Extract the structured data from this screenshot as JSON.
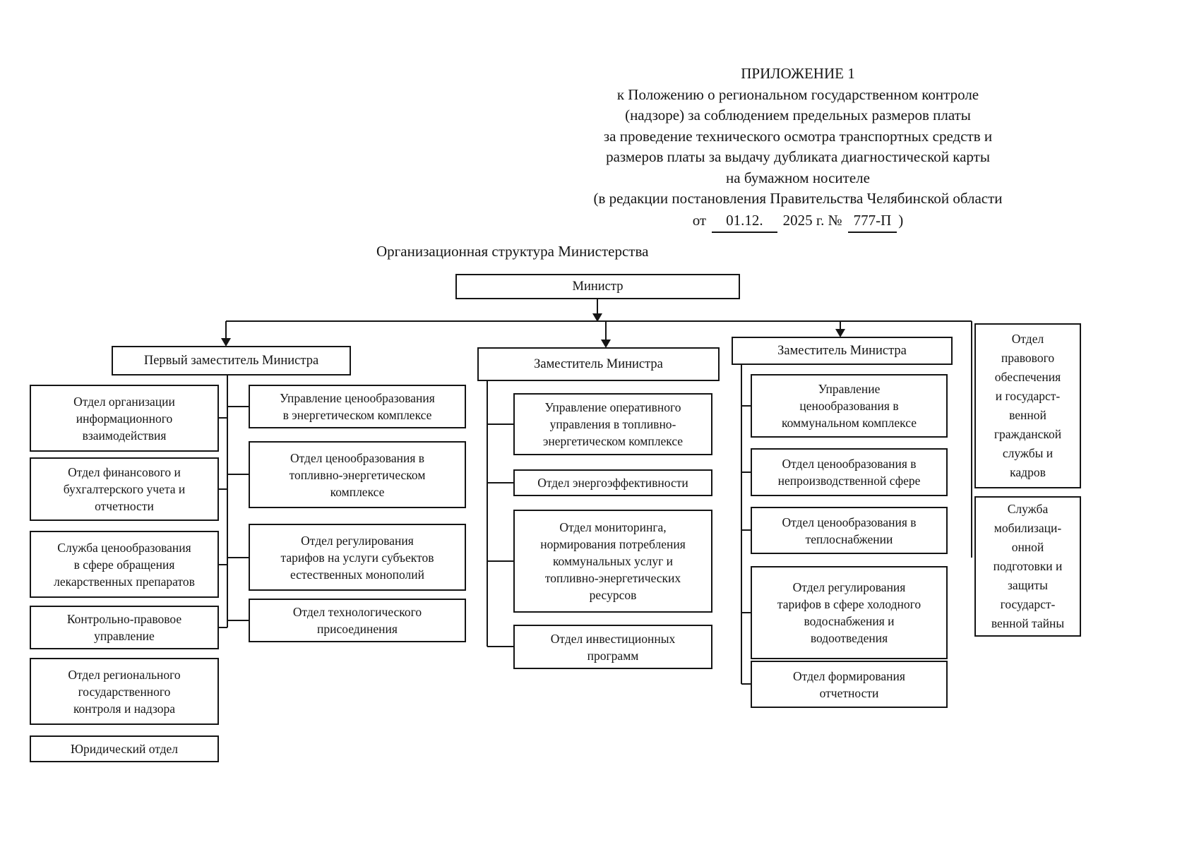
{
  "header": {
    "appendix": "ПРИЛОЖЕНИЕ 1",
    "lines": [
      "к Положению о региональном государственном контроле",
      "(надзоре) за соблюдением предельных размеров платы",
      "за проведение технического осмотра транспортных средств и",
      "размеров платы за выдачу дубликата диагностической карты",
      "на бумажном носителе",
      "(в редакции постановления Правительства Челябинской области"
    ],
    "date_line": {
      "prefix": "от",
      "date": "01.12.",
      "middle": "2025 г. №",
      "number": "777-П",
      "suffix": ")"
    }
  },
  "chart": {
    "title": "Организационная структура Министерства",
    "minister": "Министр",
    "left_branch": {
      "head": "Первый заместитель Министра",
      "left_column": [
        "Отдел организации\nинформационного\nвзаимодействия",
        "Отдел финансового и\nбухгалтерского учета и\nотчетности",
        "Служба ценообразования\nв сфере обращения\nлекарственных препаратов",
        "Контрольно-правовое\nуправление",
        "Отдел регионального\nгосударственного\nконтроля и надзора",
        "Юридический отдел"
      ],
      "right_column": [
        "Управление ценообразования\nв энергетическом комплексе",
        "Отдел ценообразования в\nтопливно-энергетическом\nкомплексе",
        "Отдел регулирования\nтарифов на услуги субъектов\nестественных монополий",
        "Отдел технологического\nприсоединения"
      ]
    },
    "middle_branch": {
      "head": "Заместитель Министра",
      "items": [
        "Управление оперативного\nуправления в топливно-\nэнергетическом комплексе",
        "Отдел энергоэффективности",
        "Отдел мониторинга,\nнормирования потребления\nкоммунальных услуг и\nтопливно-энергетических\nресурсов",
        "Отдел инвестиционных\nпрограмм"
      ]
    },
    "right_branch": {
      "head": "Заместитель Министра",
      "items": [
        "Управление\nценообразования в\nкоммунальном комплексе",
        "Отдел ценообразования в\nнепроизводственной сфере",
        "Отдел ценообразования в\nтеплоснабжении",
        "Отдел регулирования\nтарифов в сфере холодного\nводоснабжения и\nводоотведения",
        "Отдел формирования\nотчетности"
      ]
    },
    "side_column": [
      "Отдел\nправового\nобеспечения\nи государст-\nвенной\nгражданской\nслужбы и\nкадров",
      "Служба\nмобилизаци-\nонной\nподготовки и\nзащиты\nгосударст-\nвенной тайны"
    ]
  }
}
